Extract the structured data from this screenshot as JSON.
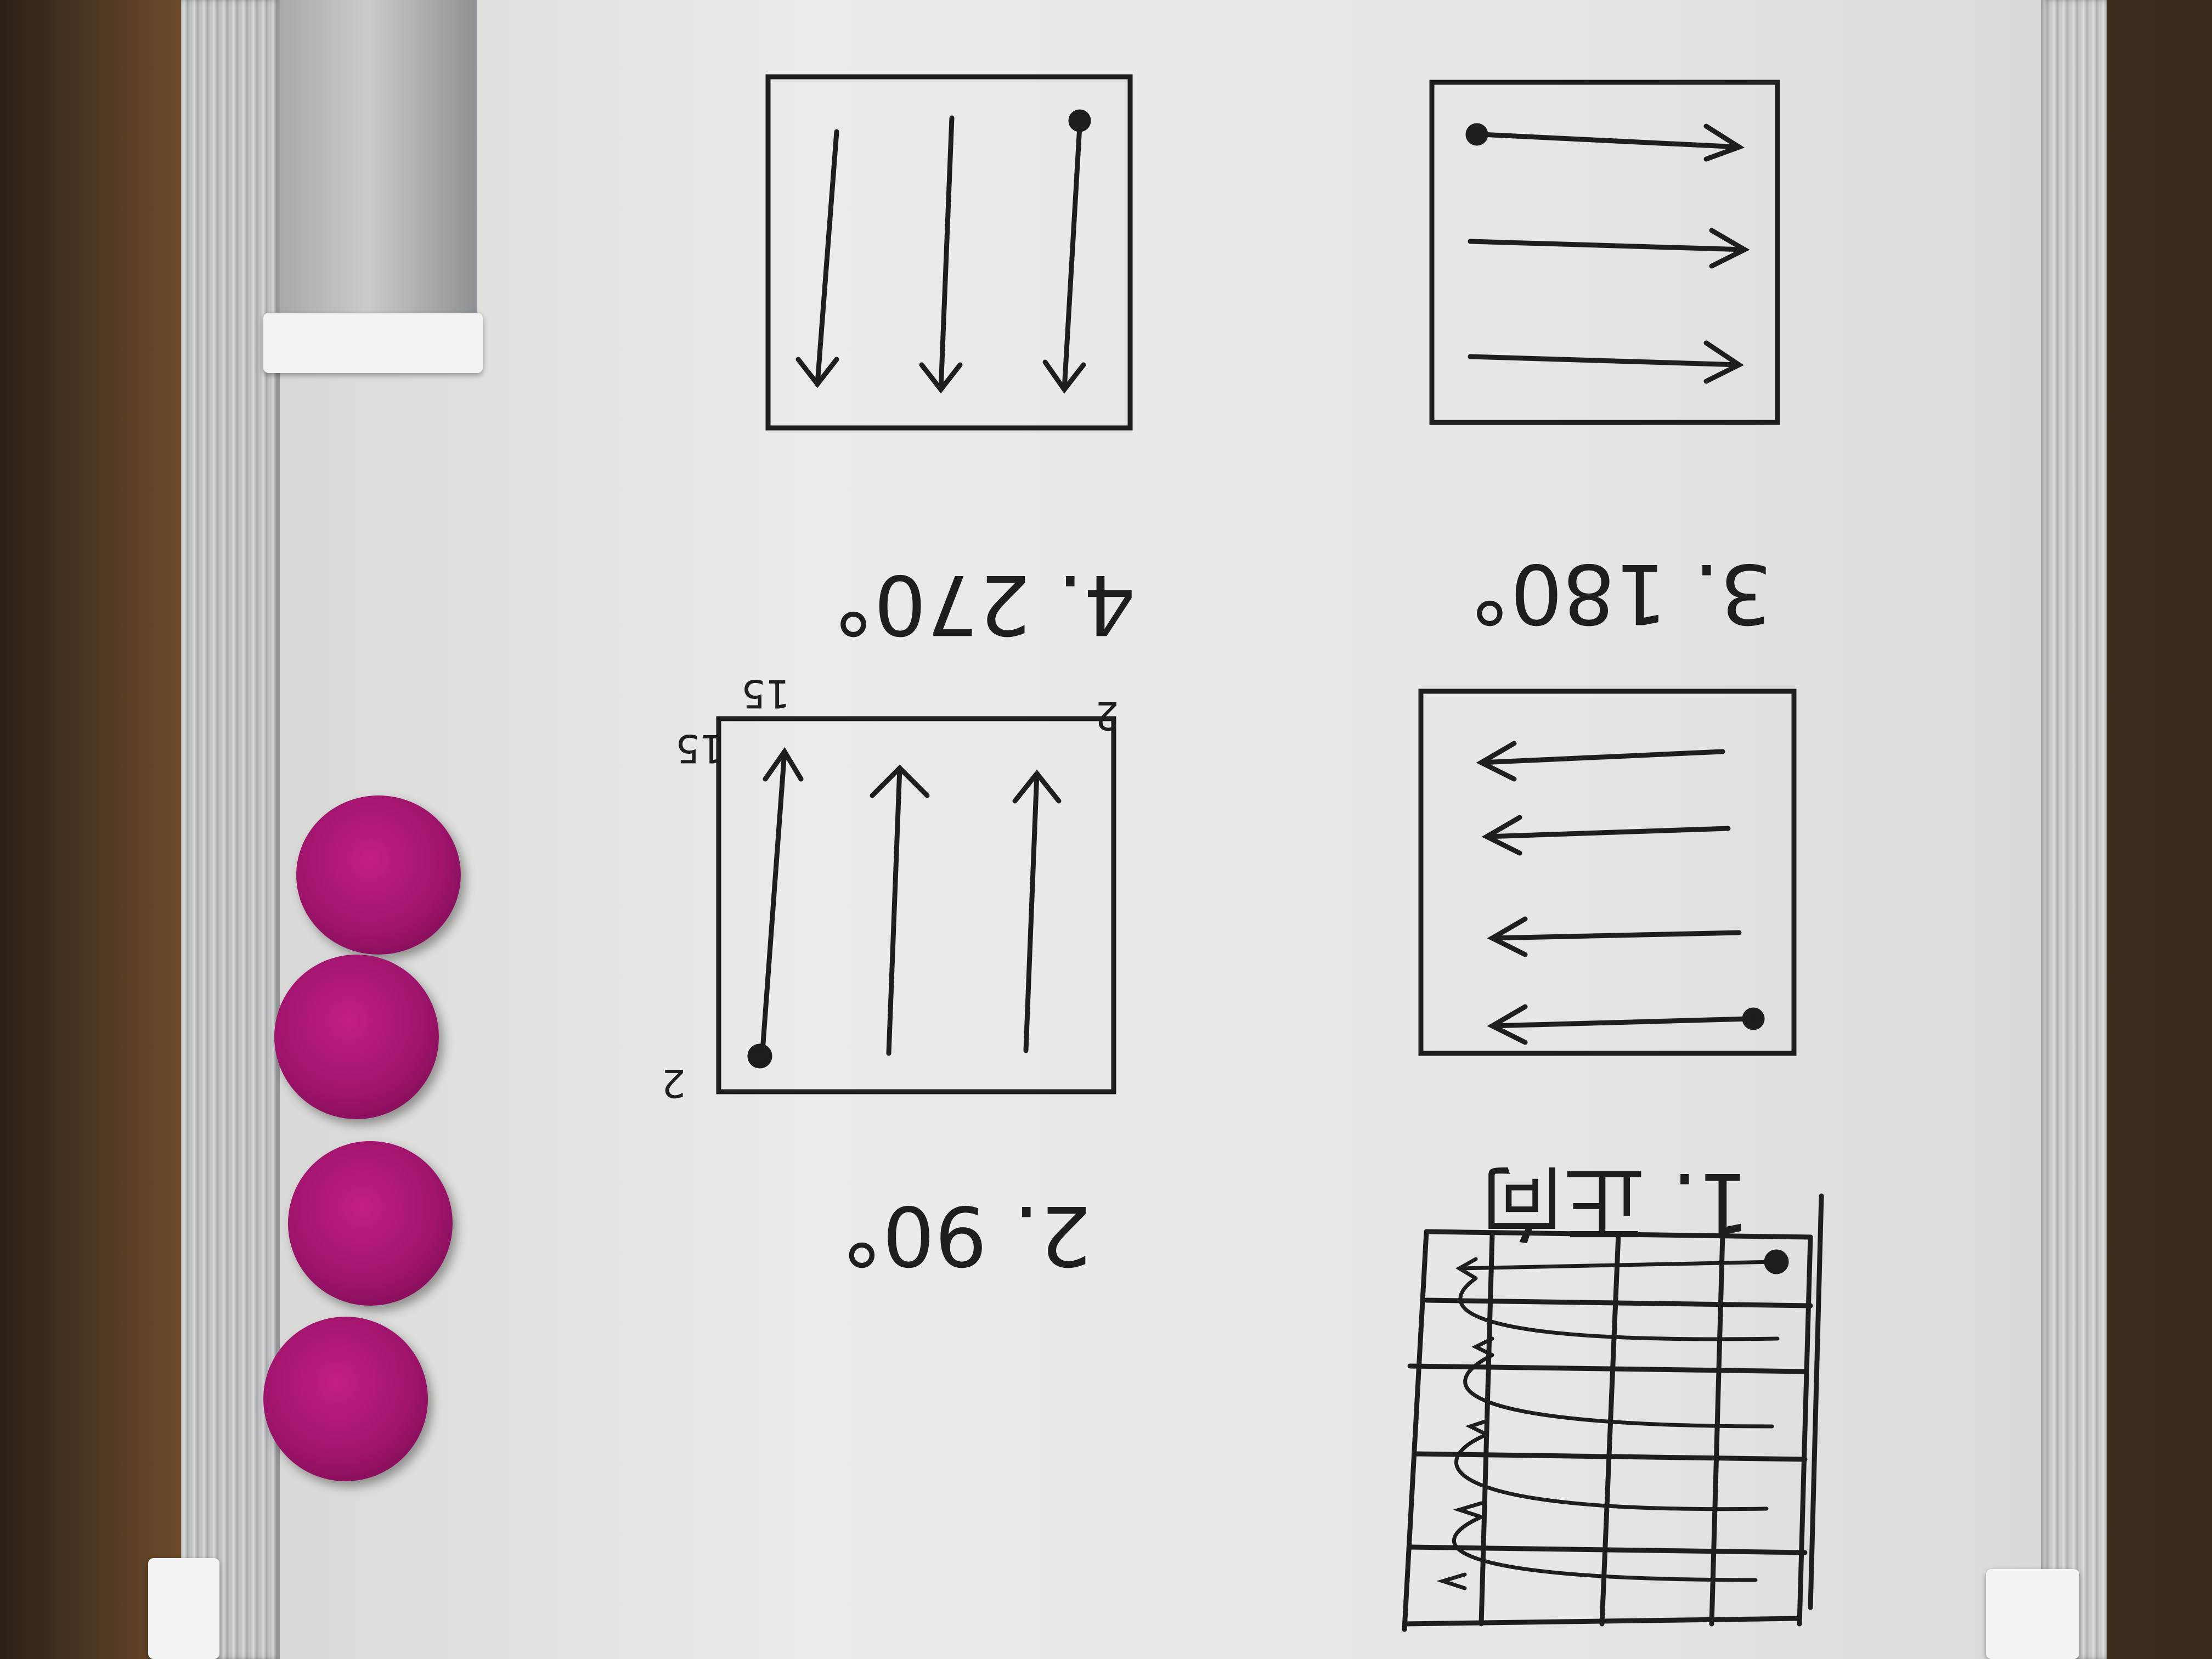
{
  "caption_1": "1. 正向",
  "caption_2": "2. 90°",
  "caption_3": "3. 180°",
  "caption_4": "4. 270°",
  "corner_labels": [
    "15",
    "15",
    "2",
    "2"
  ],
  "colors": {
    "marker": "#1e1e1e",
    "magnet": "#a0146d",
    "board": "#e8e8e6"
  }
}
